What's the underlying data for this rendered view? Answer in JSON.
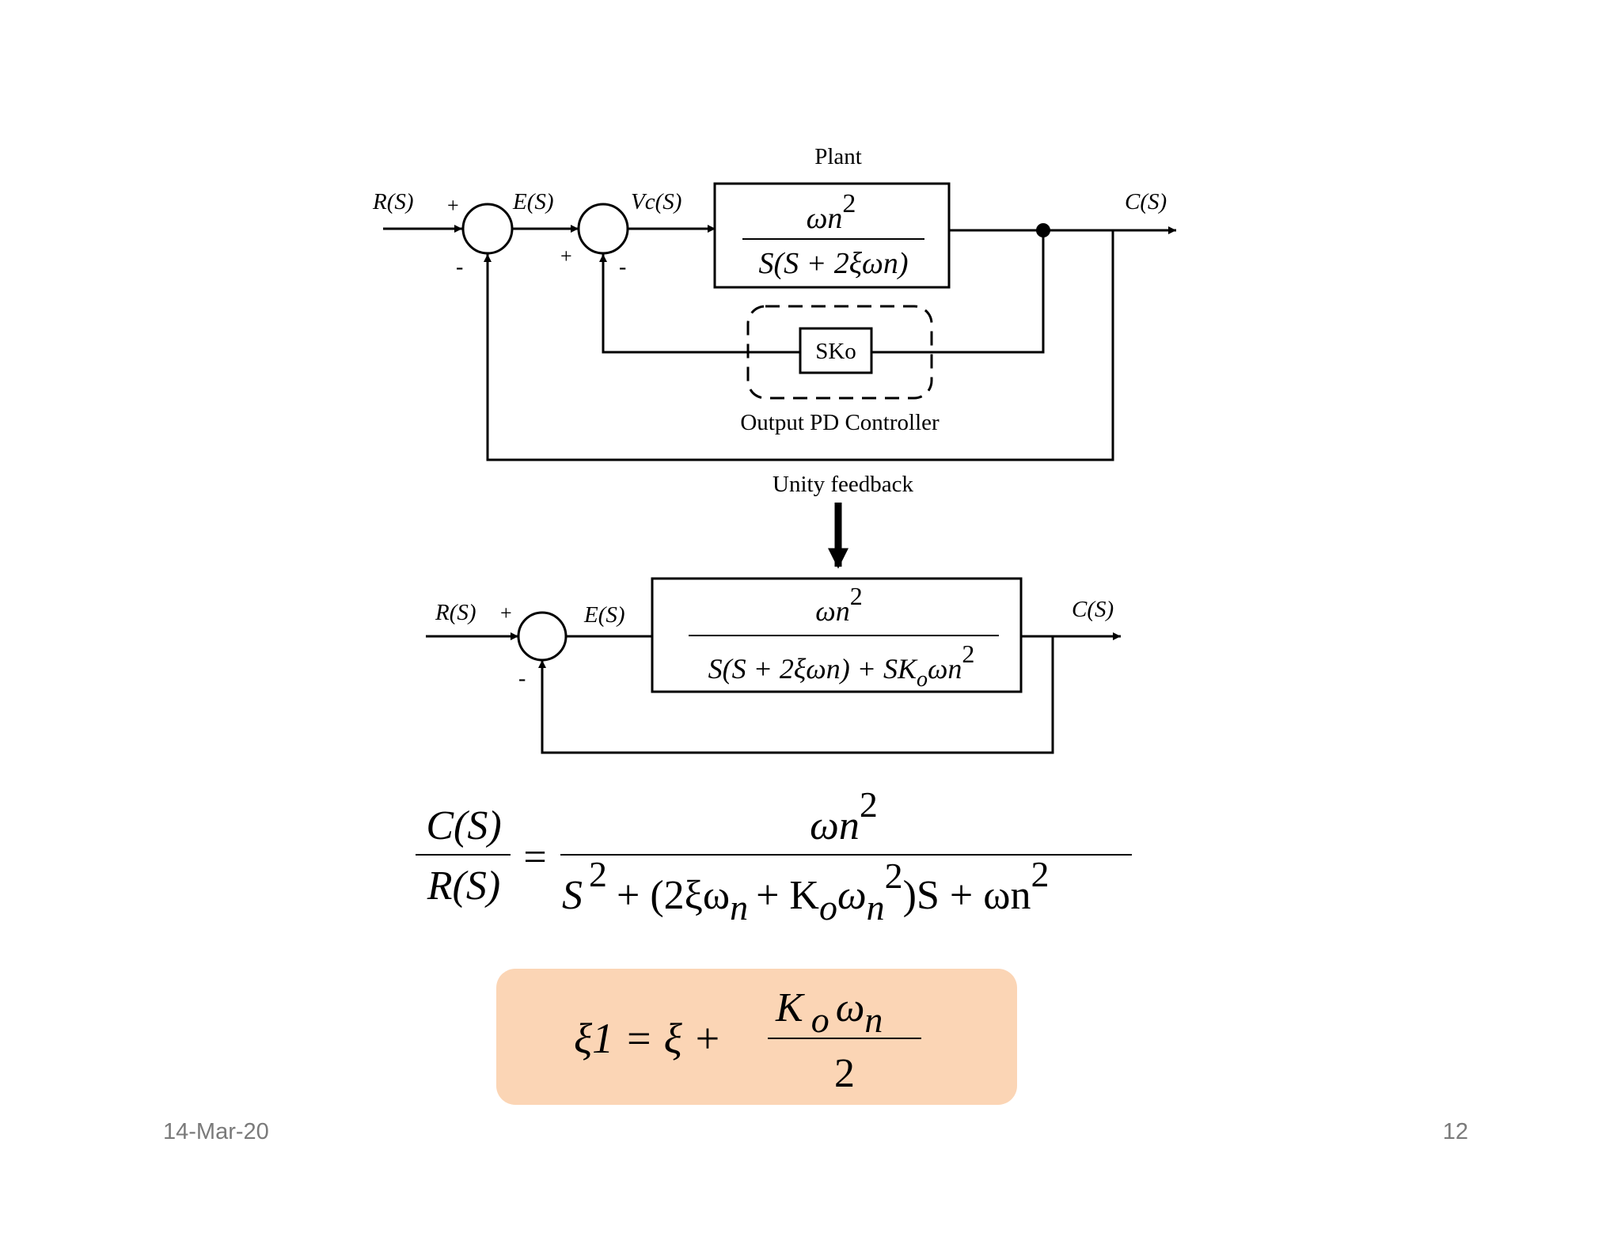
{
  "diagram_top": {
    "plant_label": "Plant",
    "input_label": "R(S)",
    "error_label": "E(S)",
    "vc_label": "Vc(S)",
    "output_label": "C(S)",
    "sign_plus_1": "+",
    "sign_minus_1": "-",
    "sign_plus_2": "+",
    "sign_minus_2": "-",
    "plant_tf_num_base": "ωn",
    "plant_tf_num_exp": "2",
    "plant_tf_den": "S(S + 2ξωn)",
    "controller_block": "SKo",
    "controller_label": "Output PD Controller",
    "feedback_label": "Unity feedback"
  },
  "diagram_bottom": {
    "input_label": "R(S)",
    "error_label": "E(S)",
    "output_label": "C(S)",
    "sign_plus": "+",
    "sign_minus": "-",
    "tf_num_base": "ωn",
    "tf_num_exp": "2",
    "tf_den_main": "S(S + 2ξωn) + SK",
    "tf_den_sub": "o",
    "tf_den_tail": "ωn",
    "tf_den_exp": "2"
  },
  "equation": {
    "lhs_num": "C(S)",
    "lhs_den": "R(S)",
    "equals": "=",
    "rhs_num_base": "ωn",
    "rhs_num_exp": "2",
    "den_s": "S",
    "den_s_exp": "2",
    "den_part1": "+ (2ξω",
    "den_sub_n1": "n",
    "den_part2": "+ K",
    "den_sub_o": "o",
    "den_part3": "ω",
    "den_sub_n2": "n",
    "den_exp_2": "2",
    "den_part4": ")S + ωn",
    "den_exp_3": "2"
  },
  "highlight_equation": {
    "lhs": "ξ1 = ξ +",
    "num_k": "K",
    "num_sub_o": "o",
    "num_omega": "ω",
    "num_sub_n": "n",
    "den": "2",
    "box_color": "#fbd5b5"
  },
  "footer": {
    "date": "14-Mar-20",
    "page": "12"
  }
}
